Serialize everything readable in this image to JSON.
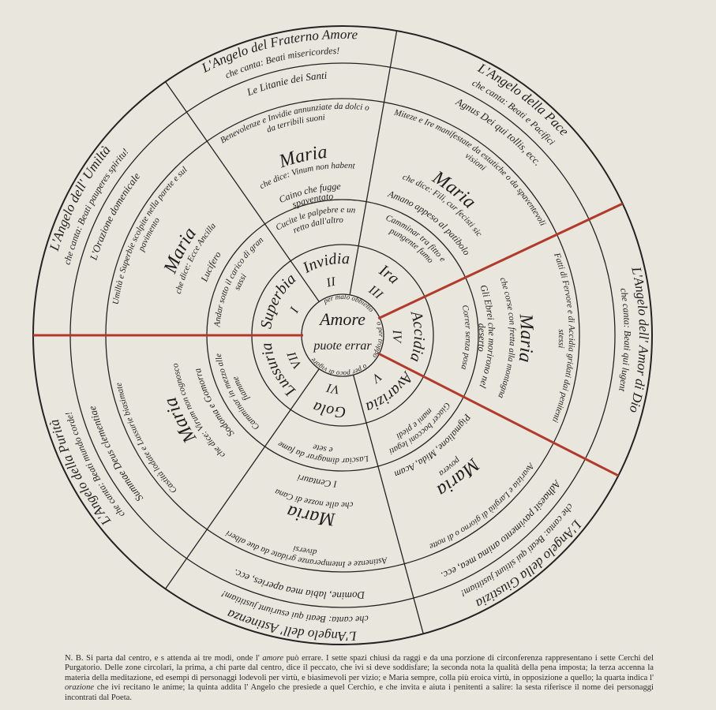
{
  "center": {
    "line1": "Amore",
    "line2": "puote errar",
    "arc_texts": [
      "per malo obbietto",
      "o per troppo",
      "o per poco di vigore"
    ]
  },
  "sectors": [
    {
      "numeral": "I",
      "sin": "Superbia",
      "penance": "Andar sotto il carico di gran sassi",
      "meditation": [
        "Umiltà e Superbie scolpite nella parete e sul pavimento",
        "Maria",
        "che dice: Ecce Ancilla",
        "Lucifero"
      ],
      "prayer": "L'Orazione domenicale",
      "beatitude": "che canta: Beati pauperes spiritu!",
      "angel": "L'Angelo dell' Umiltà"
    },
    {
      "numeral": "II",
      "sin": "Invidia",
      "penance": "Cucite le palpebre e un retto dall'altro",
      "meditation": [
        "Benevolenze e Invidie annunziate da dolci o da terribili suoni",
        "Maria",
        "che dice: Vinum non habent",
        "Caino che fugge spaventato"
      ],
      "prayer": "Le Litanie dei Santi",
      "beatitude": "che canta: Beati misericordes!",
      "angel": "L'Angelo del Fraterno Amore"
    },
    {
      "numeral": "III",
      "sin": "Ira",
      "penance": "Camminar tra fitto e pungente fumo",
      "meditation": [
        "Miteze e Ire manifestate da estatiche o da spaventevoli visioni",
        "Maria",
        "che dice: Fili, cur fecisti sic",
        "Amano appeso al patibolo"
      ],
      "prayer": "Agnus Dei qui tollis, ecc.",
      "beatitude": "che canta: Beati e Pacifici",
      "angel": "L'Angelo della Pace"
    },
    {
      "numeral": "IV",
      "sin": "Accidia",
      "penance": "Correr senza posa",
      "meditation": [
        "Fatti di Fervore e di Accidia gridati dai penitenti stessi",
        "Maria",
        "che corse con fretta alla montagna",
        "Gli Ebrei che morirono nel deserto"
      ],
      "prayer": "",
      "beatitude": "che canta: Beati qui lugent",
      "angel": "L'Angelo dell' Amor di Dio"
    },
    {
      "numeral": "V",
      "sin": "Avarizia",
      "penance": "Giacer bocconi legati mani e piedi",
      "meditation": [
        "Avarizia e Largità di giorno o di notte",
        "Maria",
        "povera",
        "Pigmalione, Mida, Acam"
      ],
      "prayer": "Adhaesit pavimento anima mea, ecc.",
      "beatitude": "che canta: Beati qui sitiunt justitiam!",
      "angel": "L'Angelo della Giustizia"
    },
    {
      "numeral": "VI",
      "sin": "Gola",
      "penance": "Lasciar dimagrar da fame e sete",
      "meditation": [
        "Astinenze e Intemperanze gridate da due alberi diversi",
        "Maria",
        "che alle nozze di Cana",
        "I Centauri"
      ],
      "prayer": "Domine, labia mea aperies, ecc.",
      "beatitude": "che canta: Beati qui esuriunt justitiam!",
      "angel": "L'Angelo dell' Astinenza"
    },
    {
      "numeral": "VII",
      "sin": "Lussuria",
      "penance": "Camminar in mezzo alle fiamme",
      "meditation": [
        "Castità lodate e Lussurie biasimate",
        "Maria",
        "che dice: Virum non cognosco",
        "Sodoma e Gomorra"
      ],
      "prayer": "Summae Deus clementiae",
      "beatitude": "che canta: Beati mundo corde!",
      "angel": "L'Angelo della Purità"
    }
  ],
  "caption": {
    "before": "N. B. Si parta dal centro, e s attenda ai tre modi, onde l' ",
    "amore": "amore",
    "middle": " può errare. I sette spazi chiusi da raggi e da una porzione di circonferenza rappresentano i sette Cerchi del Purgatorio. Delle zone circolari, la prima, a chi parte dal centro, dice il peccato, che ivi si deve soddisfare; la seconda nota la qualità della pena imposta; la terza accenna la materia della meditazione, ed esempi di personaggi lodevoli per virtù, e biasimevoli per vizio; e Maria sempre, colla più eroica virtù, in opposizione a quello; la quarta indica l' ",
    "orazione": "orazione",
    "after": " che ivi recitano le anime; la quinta addita l' Angelo che presiede a quel Cerchio, e che invita e aiuta i penitenti a salire: la sesta riferisce il nome dei personaggi incontrati dal Poeta."
  },
  "colors": {
    "paper": "#e9e7dd",
    "ink": "#222222",
    "red_ray": "#b23a2c"
  }
}
